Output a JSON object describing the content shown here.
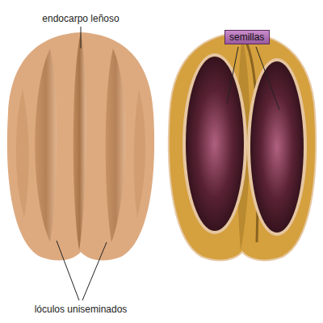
{
  "diagram": {
    "nodes": [
      {
        "text": [
          "semillas"
        ]
      }
    ],
    "labels": [
      "endocarpo leñoso",
      "lóculos uniseminados"
    ]
  }
}
